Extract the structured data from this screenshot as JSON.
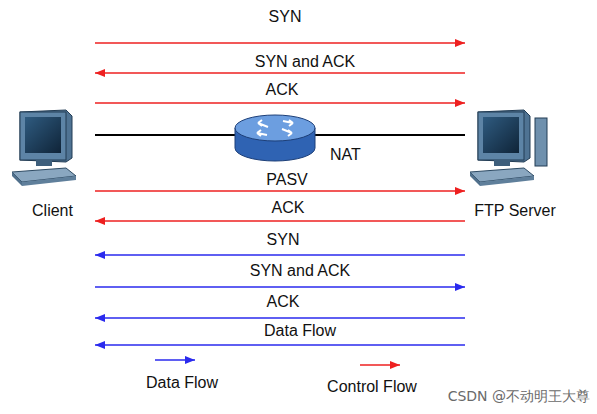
{
  "diagram": {
    "nodes": [
      {
        "text": [
          "Client"
        ]
      },
      {
        "text": [
          "NAT"
        ]
      },
      {
        "text": [
          "FTP Server"
        ]
      }
    ],
    "edges": [
      {
        "from": 0,
        "to": 1,
        "arrow": "none"
      },
      {
        "from": 1,
        "to": 2,
        "arrow": "none"
      },
      {
        "from": 0,
        "to": 2,
        "label": "SYN",
        "arrow": "to"
      },
      {
        "from": 2,
        "to": 0,
        "label": "SYN and ACK",
        "arrow": "to"
      },
      {
        "from": 0,
        "to": 2,
        "label": "ACK",
        "arrow": "to"
      },
      {
        "from": 0,
        "to": 2,
        "label": "PASV",
        "arrow": "to"
      },
      {
        "from": 2,
        "to": 0,
        "label": "ACK",
        "arrow": "to"
      },
      {
        "from": 2,
        "to": 0,
        "label": "SYN",
        "arrow": "to"
      },
      {
        "from": 0,
        "to": 2,
        "label": "SYN and ACK",
        "arrow": "to"
      },
      {
        "from": 2,
        "to": 0,
        "label": "ACK",
        "arrow": "to"
      },
      {
        "from": 2,
        "to": 0,
        "label": "Data Flow",
        "arrow": "to"
      }
    ],
    "labels": [
      "CSDN @不动明王大尊"
    ],
    "legend": [
      {
        "text": "Data Flow"
      },
      {
        "text": "Control Flow"
      }
    ]
  }
}
